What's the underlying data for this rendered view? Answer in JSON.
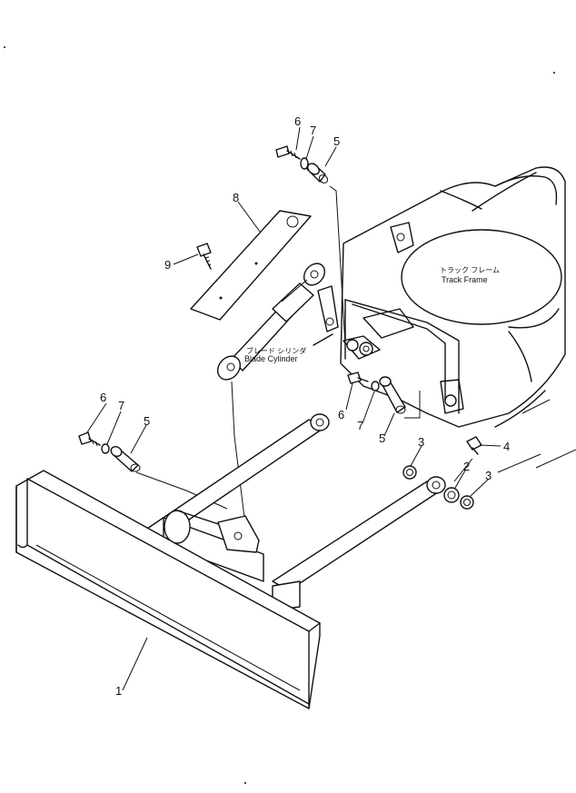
{
  "callouts": {
    "c1": "1",
    "c2": "2",
    "c3a": "3",
    "c3b": "3",
    "c4": "4",
    "c5a": "5",
    "c5b": "5",
    "c5c": "5",
    "c6a": "6",
    "c6b": "6",
    "c6c": "6",
    "c7a": "7",
    "c7b": "7",
    "c7c": "7",
    "c8": "8",
    "c9": "9"
  },
  "labels": {
    "track_frame_jp": "トラック フレーム",
    "track_frame_en": "Track Frame",
    "blade_cylinder_jp": "ブレード シリンダ",
    "blade_cylinder_en": "Blade Cylinder"
  }
}
